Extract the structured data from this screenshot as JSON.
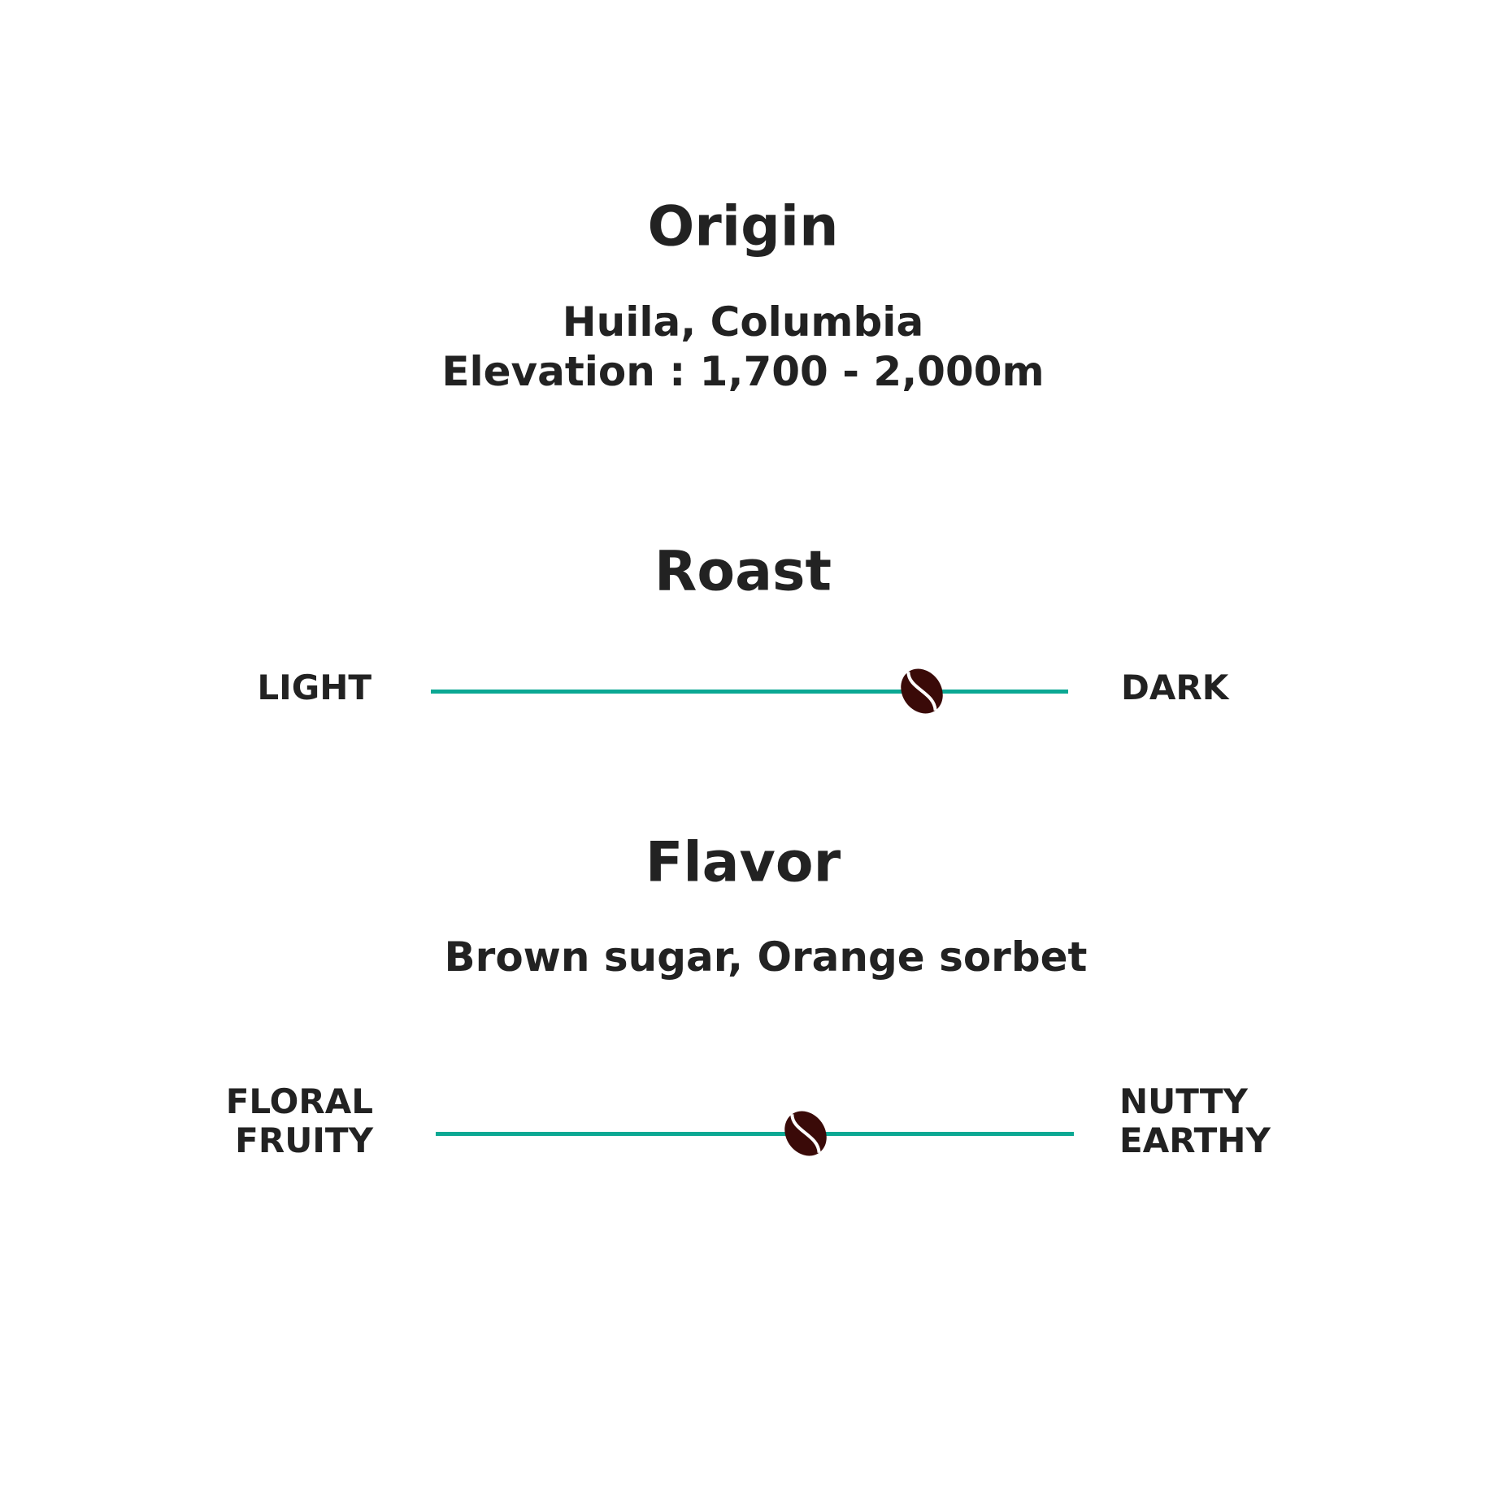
{
  "origin": {
    "title": "Origin",
    "location": "Huila, Columbia",
    "elevation": "Elevation :  1,700 - 2,000m"
  },
  "roast": {
    "title": "Roast",
    "left_label": "LIGHT",
    "right_label": "DARK",
    "value": 0.77
  },
  "flavor": {
    "title": "Flavor",
    "notes": "Brown sugar, Orange sorbet",
    "left_label_1": "FLORAL",
    "left_label_2": "FRUITY",
    "right_label_1": "NUTTY",
    "right_label_2": "EARTHY",
    "value": 0.58
  },
  "colors": {
    "track": "#0ba893",
    "bean": "#3a0a08"
  },
  "icons": {
    "marker": "coffee-bean-icon"
  }
}
